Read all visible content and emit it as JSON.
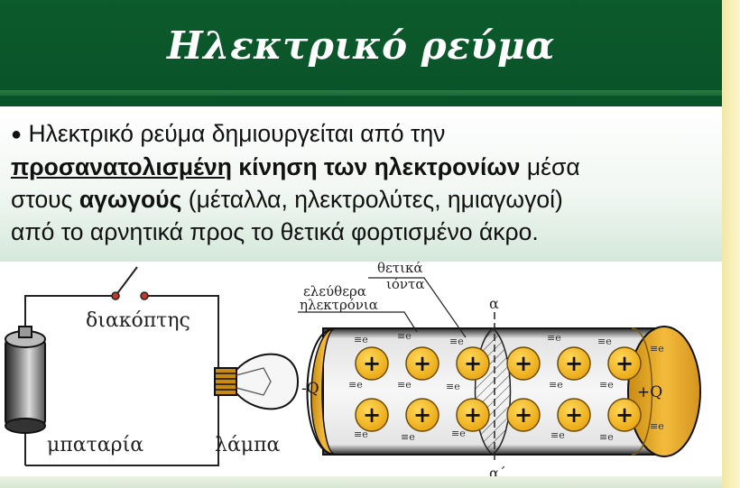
{
  "title": "Ηλεκτρικό ρεύμα",
  "paragraph": {
    "bullet": "●",
    "part1": "Ηλεκτρικό ρεύμα δημιουργείται από την",
    "part2_bold_underlined": "προσανατολισμένη",
    "part3_bold": "κίνηση των ηλεκτρονίων",
    "part4": "μέσα",
    "part5": "στους",
    "part6_bold": "αγωγούς",
    "part7": "(μέταλλα, ηλεκτρολύτες, ημιαγωγοί)",
    "part8": "από το αρνητικά προς το θετικά φορτισμένο άκρο."
  },
  "circuit": {
    "switch_label": "διακόπτης",
    "battery_label": "μπαταρία",
    "lamp_label": "λάμπα"
  },
  "conductor": {
    "label_free_electrons_1": "ελεύθερα",
    "label_free_electrons_2": "ηλεκτρόνια",
    "label_positive_ions_1": "θετικά",
    "label_positive_ions_2": "ιόντα",
    "label_alpha_top": "α",
    "label_alpha_bottom": "α΄",
    "label_negative_end": "-Q",
    "label_positive_end": "+Q",
    "ion_symbol": "+",
    "electron_symbol": "e"
  },
  "colors": {
    "title_bar": "#0c5b2c",
    "ion_fill": "#f2b61e",
    "end_cap": "#e8a92a"
  }
}
